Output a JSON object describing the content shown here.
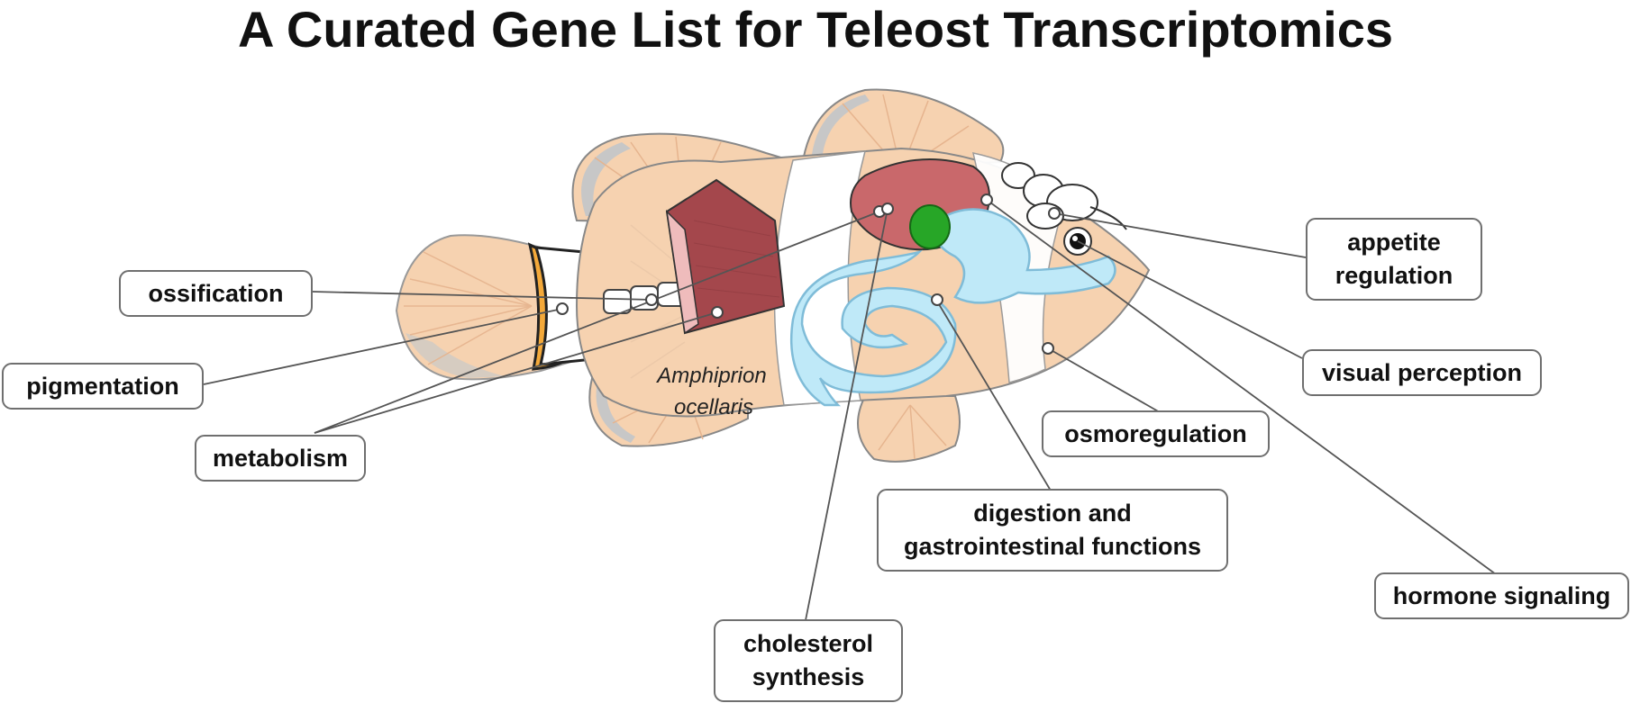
{
  "title": "A Curated Gene List for Teleost Transcriptomics",
  "species_label": {
    "genus": "Amphiprion",
    "species": "ocellaris"
  },
  "categories": {
    "ossification": "ossification",
    "pigmentation": "pigmentation",
    "metabolism": "metabolism",
    "appetite_regulation_1": "appetite",
    "appetite_regulation_2": "regulation",
    "visual_perception": "visual perception",
    "osmoregulation": "osmoregulation",
    "digestion_1": "digestion and",
    "digestion_2": "gastrointestinal functions",
    "hormone_signaling": "hormone signaling",
    "cholesterol_1": "cholesterol",
    "cholesterol_2": "synthesis"
  },
  "colors": {
    "body": "#f6d2b0",
    "fin_ray": "#eab994",
    "white_band": "#ffffff",
    "orange_band": "#f4a93a",
    "muscle": "#a4474c",
    "muscle_pale": "#efbcbc",
    "liver": "#c9686b",
    "gallbladder": "#27a627",
    "gut": "#bfe9f8",
    "gut_outline": "#7fbcd8",
    "leader_line": "#555555",
    "box_border": "#6f6f6f"
  }
}
